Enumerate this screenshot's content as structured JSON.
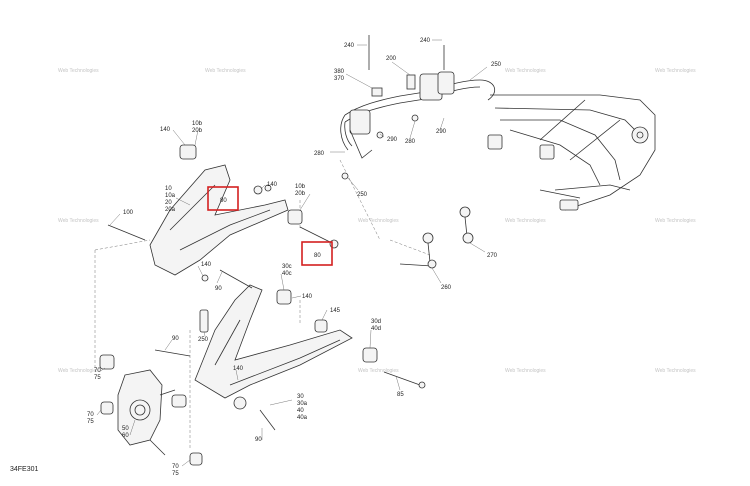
{
  "diagram_code": "34FE301",
  "watermark_text": "Web Technologies",
  "highlight_color": "#d42020",
  "callouts": [
    {
      "id": "c240a",
      "lines": [
        "240"
      ]
    },
    {
      "id": "c240b",
      "lines": [
        "240"
      ]
    },
    {
      "id": "c200",
      "lines": [
        "200"
      ]
    },
    {
      "id": "c250a",
      "lines": [
        "250"
      ]
    },
    {
      "id": "c380",
      "lines": [
        "380",
        "370"
      ]
    },
    {
      "id": "c290a",
      "lines": [
        "290"
      ]
    },
    {
      "id": "c290b",
      "lines": [
        "290"
      ]
    },
    {
      "id": "c280a",
      "lines": [
        "280"
      ]
    },
    {
      "id": "c280b",
      "lines": [
        "280"
      ]
    },
    {
      "id": "c250b",
      "lines": [
        "250"
      ]
    },
    {
      "id": "c140a",
      "lines": [
        "140"
      ]
    },
    {
      "id": "c10b",
      "lines": [
        "10b",
        "20b"
      ]
    },
    {
      "id": "c10",
      "lines": [
        "10",
        "10a",
        "20",
        "20a"
      ]
    },
    {
      "id": "c80a",
      "lines": [
        "80"
      ]
    },
    {
      "id": "c140b",
      "lines": [
        "140"
      ]
    },
    {
      "id": "c10b2",
      "lines": [
        "10b",
        "20b"
      ]
    },
    {
      "id": "c100",
      "lines": [
        "100"
      ]
    },
    {
      "id": "c80b",
      "lines": [
        "80"
      ]
    },
    {
      "id": "c270",
      "lines": [
        "270"
      ]
    },
    {
      "id": "c260",
      "lines": [
        "260"
      ]
    },
    {
      "id": "c140c",
      "lines": [
        "140"
      ]
    },
    {
      "id": "c90a",
      "lines": [
        "90"
      ]
    },
    {
      "id": "c30c",
      "lines": [
        "30c",
        "40c"
      ]
    },
    {
      "id": "c140d",
      "lines": [
        "140"
      ]
    },
    {
      "id": "c145",
      "lines": [
        "145"
      ]
    },
    {
      "id": "c250c",
      "lines": [
        "250"
      ]
    },
    {
      "id": "c30d",
      "lines": [
        "30d",
        "40d"
      ]
    },
    {
      "id": "c90b",
      "lines": [
        "90"
      ]
    },
    {
      "id": "c70a",
      "lines": [
        "70",
        "75"
      ]
    },
    {
      "id": "c140e",
      "lines": [
        "140"
      ]
    },
    {
      "id": "c85",
      "lines": [
        "85"
      ]
    },
    {
      "id": "c70b",
      "lines": [
        "70",
        "75"
      ]
    },
    {
      "id": "c30",
      "lines": [
        "30",
        "30a",
        "40",
        "40a"
      ]
    },
    {
      "id": "c50",
      "lines": [
        "50",
        "60"
      ]
    },
    {
      "id": "c90c",
      "lines": [
        "90"
      ]
    },
    {
      "id": "c70c",
      "lines": [
        "70",
        "75"
      ]
    }
  ]
}
